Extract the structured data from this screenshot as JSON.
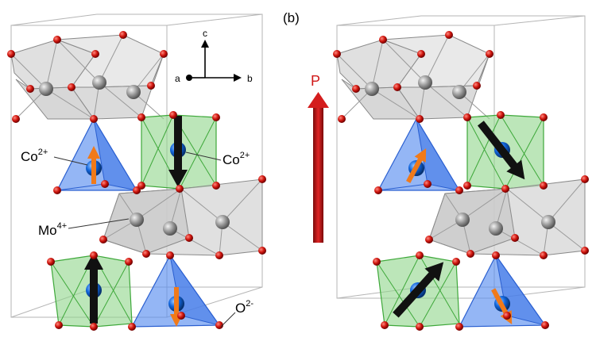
{
  "panel_label": "(b)",
  "axes": {
    "a": "a",
    "b": "b",
    "c": "c"
  },
  "labels": {
    "co_left": "Co",
    "co_left_sup": "2+",
    "co_right": "Co",
    "co_right_sup": "2+",
    "mo": "Mo",
    "mo_sup": "4+",
    "o": "O",
    "o_sup": "2-"
  },
  "polarization_label": "P",
  "colors": {
    "oxygen": "#c8160e",
    "cobalt": "#1166dd",
    "molybdenum": "#9a9a9a",
    "tetrahedron": "#5b8ff0",
    "octahedron": "#8fd68a",
    "mo_polyhedra": "#d6d6d6",
    "spin_orange": "#f07a1a",
    "spin_black": "#111111",
    "polarization_arrow": "#c01818"
  }
}
